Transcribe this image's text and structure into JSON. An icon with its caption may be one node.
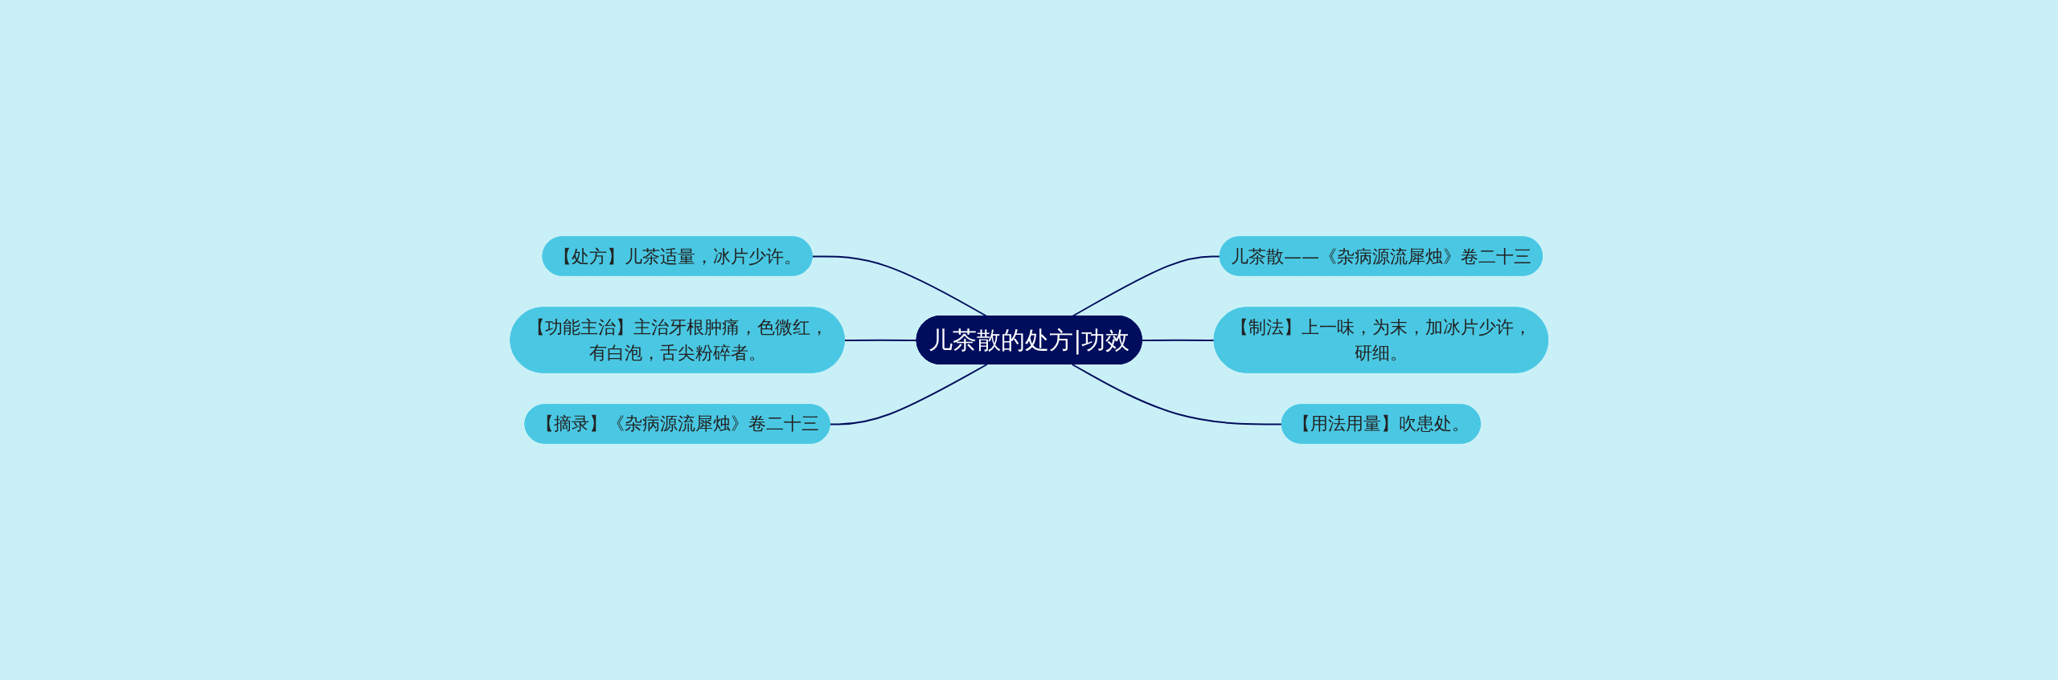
{
  "diagram": {
    "nodes": [
      {
        "text": [
          "儿茶散的处方|功效"
        ]
      },
      {
        "text": [
          "【处方】儿茶适量，冰片少许。"
        ]
      },
      {
        "text": [
          "【功能主治】主治牙根肿痛，色微红，有白泡，舌尖粉碎者。"
        ]
      },
      {
        "text": [
          "【摘录】《杂病源流犀烛》卷二十三"
        ]
      },
      {
        "text": [
          "儿茶散——《杂病源流犀烛》卷二十三"
        ]
      },
      {
        "text": [
          "【制法】上一味，为末，加冰片少许，研细。"
        ]
      },
      {
        "text": [
          "【用法用量】吹患处。"
        ]
      }
    ],
    "edges": [
      {
        "from": 1,
        "to": 0,
        "arrow": "none"
      },
      {
        "from": 2,
        "to": 0,
        "arrow": "none"
      },
      {
        "from": 3,
        "to": 0,
        "arrow": "none"
      },
      {
        "from": 0,
        "to": 4,
        "arrow": "none"
      },
      {
        "from": 0,
        "to": 5,
        "arrow": "none"
      },
      {
        "from": 0,
        "to": 6,
        "arrow": "none"
      }
    ]
  }
}
